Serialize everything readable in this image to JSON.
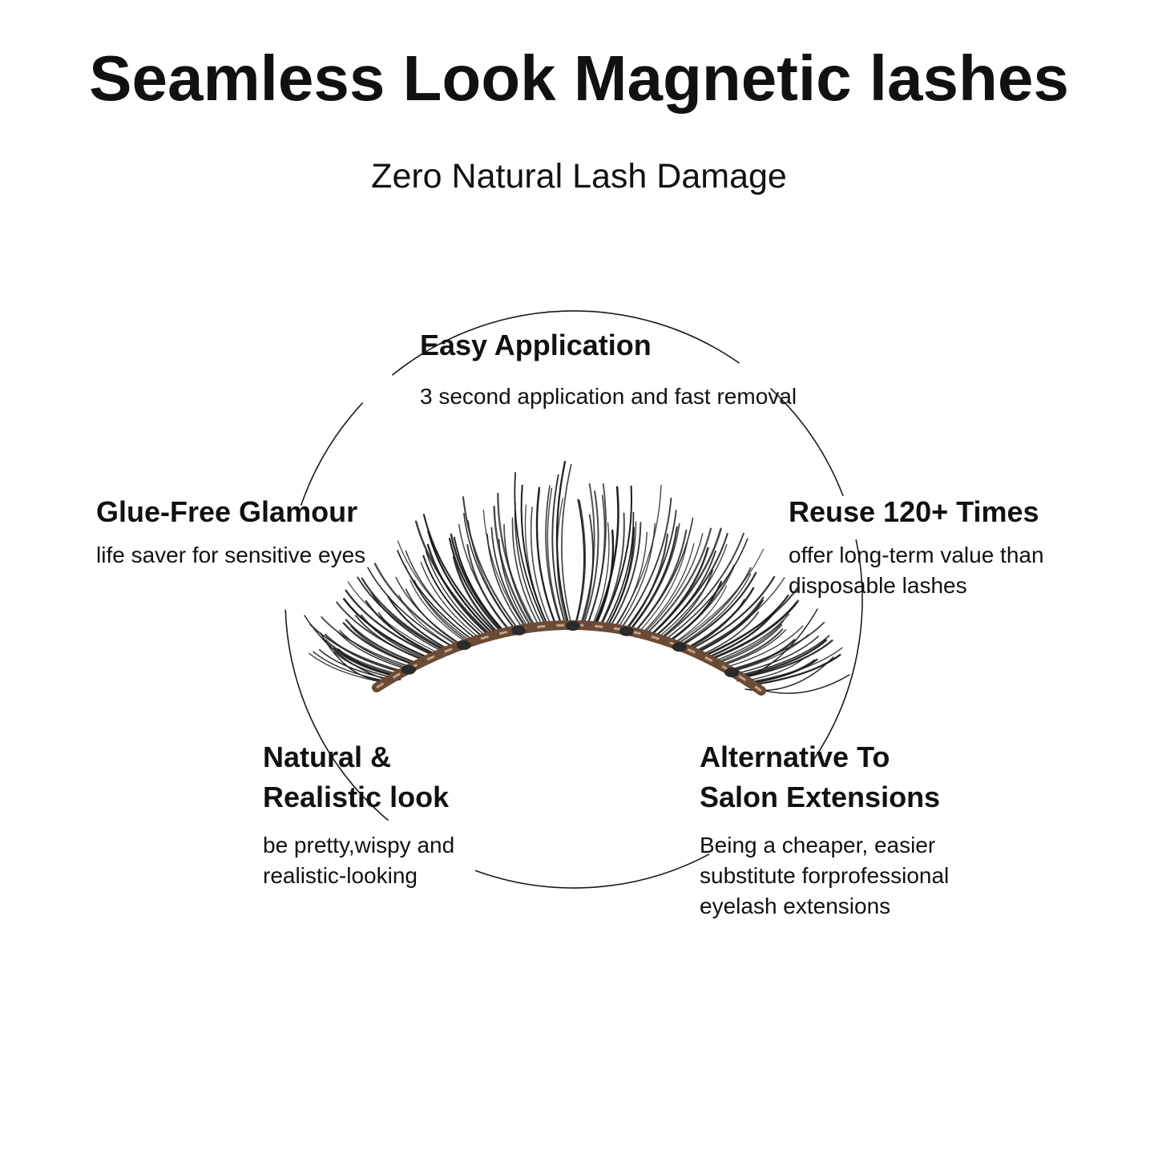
{
  "header": {
    "title": "Seamless Look Magnetic lashes",
    "subtitle": "Zero Natural Lash Damage"
  },
  "features": {
    "easy": {
      "heading": "Easy Application",
      "lines": [
        "3 second application and fast removal"
      ]
    },
    "glue": {
      "heading": "Glue-Free Glamour",
      "lines": [
        "life saver for sensitive eyes"
      ]
    },
    "reuse": {
      "heading": "Reuse 120+ Times",
      "lines": [
        "offer long-term value than",
        "disposable lashes"
      ]
    },
    "natural": {
      "heading_lines": [
        "Natural &",
        "Realistic look"
      ],
      "lines": [
        "be pretty,wispy and",
        "realistic-looking"
      ]
    },
    "alt": {
      "heading_lines": [
        "Alternative To",
        "Salon Extensions"
      ],
      "lines": [
        "Being a cheaper, easier",
        "substitute forprofessional",
        "eyelash extensions"
      ]
    }
  },
  "colors": {
    "text": "#111111",
    "circle": "#1a1a1a",
    "lash": "#1b1b1b",
    "band": "#6b4a36",
    "band_highlight": "#d9b79c",
    "background": "#ffffff"
  },
  "illustration": {
    "icon": "magnetic-eyelash-icon"
  }
}
